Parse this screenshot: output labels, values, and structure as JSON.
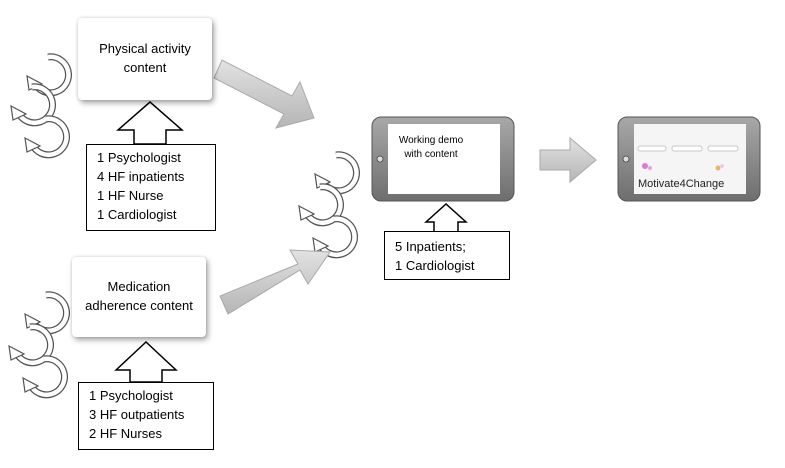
{
  "boxes": {
    "physical_activity": {
      "line1": "Physical activity",
      "line2": "content"
    },
    "medication": {
      "line1": "Medication",
      "line2": "adherence content"
    }
  },
  "participants": {
    "physical_activity": [
      "1 Psychologist",
      "4 HF inpatients",
      "1 HF Nurse",
      "1 Cardiologist"
    ],
    "medication": [
      "1 Psychologist",
      "3 HF outpatients",
      "2 HF Nurses"
    ],
    "demo": [
      "5 Inpatients;",
      "1 Cardiologist"
    ]
  },
  "demo_tablet": {
    "line1": "Working demo",
    "line2": "with content"
  },
  "final_tablet": {
    "label": "Motivate4Change"
  },
  "colors": {
    "arrow_fill": "#c8c8c8",
    "tablet_body": "#8a8a8a",
    "box_border": "#000000"
  }
}
